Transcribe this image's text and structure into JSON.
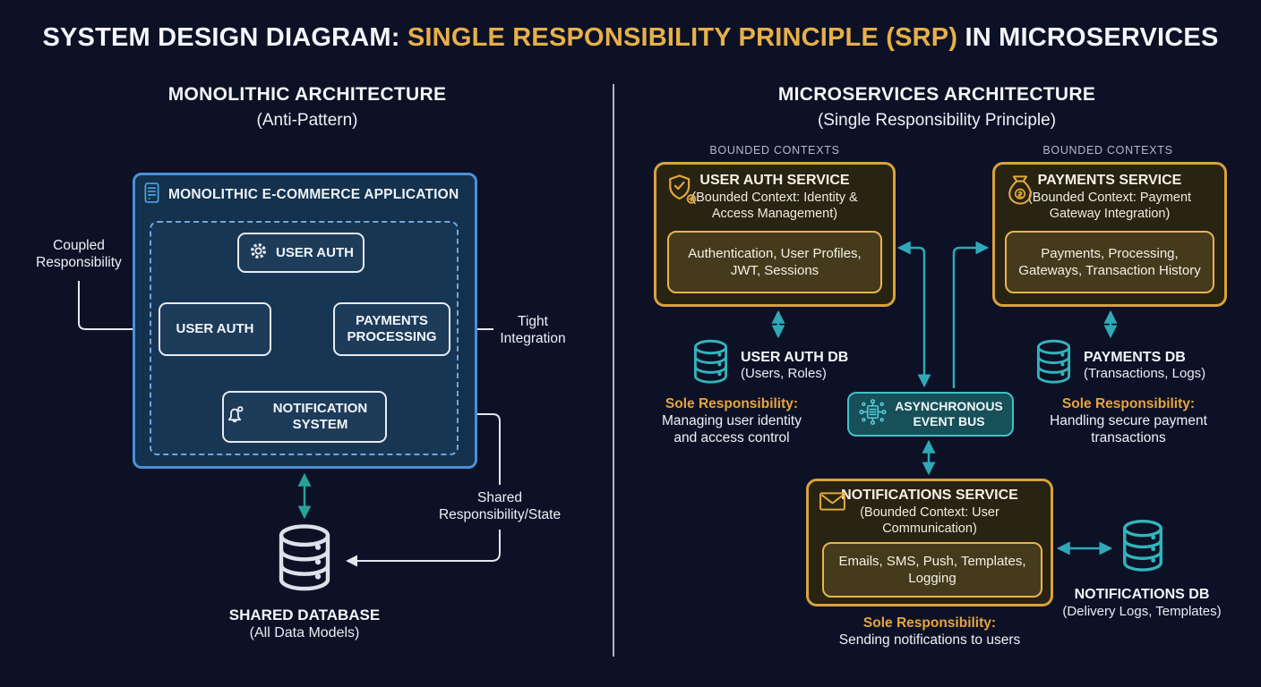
{
  "title": {
    "prefix": "SYSTEM DESIGN DIAGRAM: ",
    "highlight": "SINGLE RESPONSIBILITY PRINCIPLE (SRP)",
    "suffix": " IN MICROSERVICES"
  },
  "colors": {
    "background": "#0d1126",
    "title_gold": "#e6b04a",
    "monolith_blue_border": "#4a90d8",
    "monolith_arrow_teal": "#2aa198",
    "microservice_gold_border": "#d9a23c",
    "microservice_arrow_cyan": "#2fa9b8",
    "event_bus_teal": "#41c0c8",
    "database_teal": "#32b4bc",
    "responsibility_gold": "#e7a43c"
  },
  "monolith": {
    "heading": "MONOLITHIC ARCHITECTURE",
    "subheading": "(Anti-Pattern)",
    "app_title": "MONOLITHIC E-COMMERCE APPLICATION",
    "modules": {
      "auth_top": "USER AUTH",
      "auth_left": "USER AUTH",
      "payments": "PAYMENTS PROCESSING",
      "notification": "NOTIFICATION SYSTEM"
    },
    "annotations": {
      "coupled": "Coupled Responsibility",
      "tight": "Tight Integration",
      "shared": "Shared Responsibility/State"
    },
    "database": {
      "name": "SHARED DATABASE",
      "detail": "(All Data Models)"
    }
  },
  "microservices": {
    "heading": "MICROSERVICES ARCHITECTURE",
    "subheading": "(Single Responsibility Principle)",
    "bounded_contexts_left": "BOUNDED CONTEXTS",
    "bounded_contexts_right": "BOUNDED CONTEXTS",
    "user_auth_service": {
      "name": "USER AUTH SERVICE",
      "context": "(Bounded Context: Identity & Access Management)",
      "scope": "Authentication, User Profiles, JWT, Sessions",
      "db_name": "USER AUTH DB",
      "db_detail": "(Users, Roles)",
      "responsibility_label": "Sole Responsibility:",
      "responsibility": "Managing user identity and access control"
    },
    "payments_service": {
      "name": "PAYMENTS SERVICE",
      "context": "(Bounded Context: Payment Gateway Integration)",
      "scope": "Payments, Processing, Gateways, Transaction History",
      "db_name": "PAYMENTS DB",
      "db_detail": "(Transactions, Logs)",
      "responsibility_label": "Sole Responsibility:",
      "responsibility": "Handling secure payment transactions"
    },
    "notifications_service": {
      "name": "NOTIFICATIONS SERVICE",
      "context": "(Bounded Context: User Communication)",
      "scope": "Emails, SMS, Push, Templates, Logging",
      "db_name": "NOTIFICATIONS DB",
      "db_detail": "(Delivery Logs, Templates)",
      "responsibility_label": "Sole Responsibility:",
      "responsibility": "Sending notifications to users"
    },
    "event_bus": {
      "name": "ASYNCHRONOUS EVENT BUS"
    }
  }
}
